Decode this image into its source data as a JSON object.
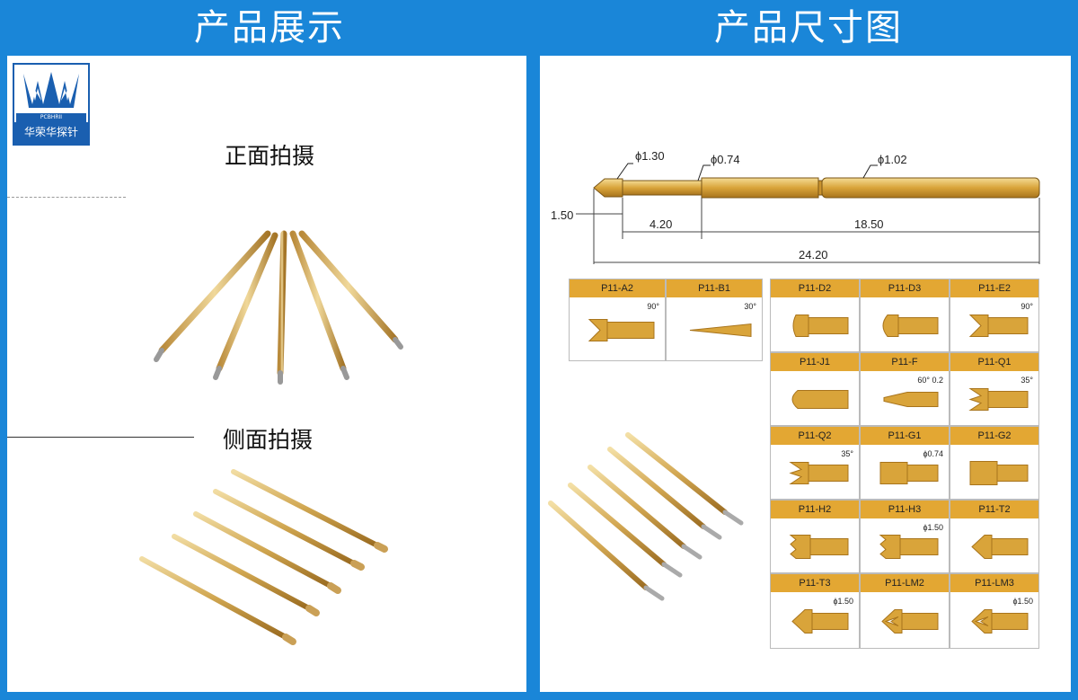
{
  "headers": {
    "left": "产品展示",
    "right": "产品尺寸图"
  },
  "logo": {
    "band_text": "PCBHRII",
    "name": "华荣华探针"
  },
  "captions": {
    "front": "正面拍摄",
    "side": "侧面拍摄"
  },
  "dimensions": {
    "tip_dia": "ϕ1.30",
    "neck_dia": "ϕ0.74",
    "barrel_dia": "ϕ1.02",
    "tip_len": "1.50",
    "plunger_len": "4.20",
    "barrel_len": "18.50",
    "total_len": "24.20"
  },
  "tip_types": [
    {
      "label": "P11-A2",
      "note": "90°"
    },
    {
      "label": "P11-B1",
      "note": "30°"
    },
    {
      "label": "P11-D2",
      "note": ""
    },
    {
      "label": "P11-D3",
      "note": ""
    },
    {
      "label": "P11-E2",
      "note": "90°"
    },
    {
      "label": "P11-J1",
      "note": ""
    },
    {
      "label": "P11-F",
      "note": "60°  0.2"
    },
    {
      "label": "P11-Q1",
      "note": "35°"
    },
    {
      "label": "P11-Q2",
      "note": "35°"
    },
    {
      "label": "P11-G1",
      "note": "ϕ0.74"
    },
    {
      "label": "P11-G2",
      "note": ""
    },
    {
      "label": "P11-H2",
      "note": ""
    },
    {
      "label": "P11-H3",
      "note": "ϕ1.50"
    },
    {
      "label": "P11-T2",
      "note": ""
    },
    {
      "label": "P11-T3",
      "note": "ϕ1.50"
    },
    {
      "label": "P11-LM2",
      "note": ""
    },
    {
      "label": "P11-LM3",
      "note": "ϕ1.50"
    }
  ],
  "colors": {
    "frame": "#1a86d8",
    "gold": "#d9a43a",
    "gold_dark": "#a8741c",
    "head": "#e3a733"
  }
}
